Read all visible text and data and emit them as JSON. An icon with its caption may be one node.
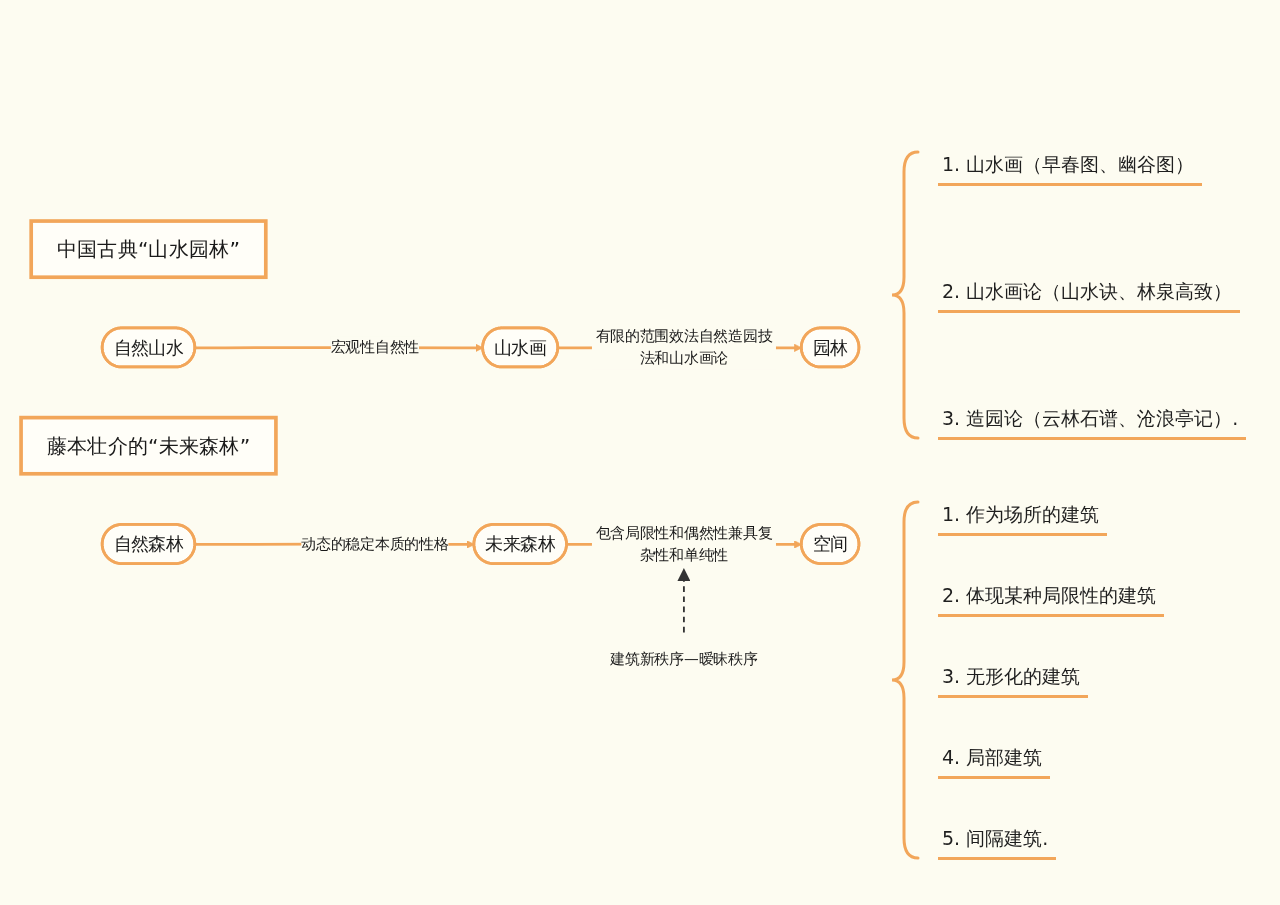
{
  "diagram": {
    "nodes": [
      {
        "text": [
          "中国古典“山水园林”"
        ]
      },
      {
        "text": [
          "自然山水"
        ]
      },
      {
        "text": [
          "山水画"
        ]
      },
      {
        "text": [
          "园林"
        ]
      },
      {
        "text": [
          "藤本壮介的“未来森林”"
        ]
      },
      {
        "text": [
          "自然森林"
        ]
      },
      {
        "text": [
          "未来森林"
        ]
      },
      {
        "text": [
          "空间"
        ]
      },
      {
        "text": [
          "建筑新秩序—暧昧秩序"
        ]
      }
    ],
    "edges": [
      {
        "from": 1,
        "to": 2,
        "arrow": "to",
        "label": "宏观性自然性"
      },
      {
        "from": 2,
        "to": 3,
        "arrow": "to",
        "label": "有限的范围效法自然造园技法和山水画论"
      },
      {
        "from": 5,
        "to": 6,
        "arrow": "to",
        "label": "动态的稳定本质的性格"
      },
      {
        "from": 6,
        "to": 7,
        "arrow": "to",
        "label": "包含局限性和偶然性兼具复杂性和单纯性"
      },
      {
        "from": 8,
        "to": null,
        "arrow": "to",
        "style": "dashed",
        "color": "#333333"
      }
    ],
    "labels": [
      "1. 山水画（早春图、幽谷图）",
      "2. 山水画论（山水诀、林泉高致）",
      "3. 造园论（云林石谱、沧浪亭记）.",
      "1. 作为场所的建筑",
      "2. 体现某种局限性的建筑",
      "3. 无形化的建筑",
      "4. 局部建筑",
      "5. 间隔建筑."
    ]
  }
}
